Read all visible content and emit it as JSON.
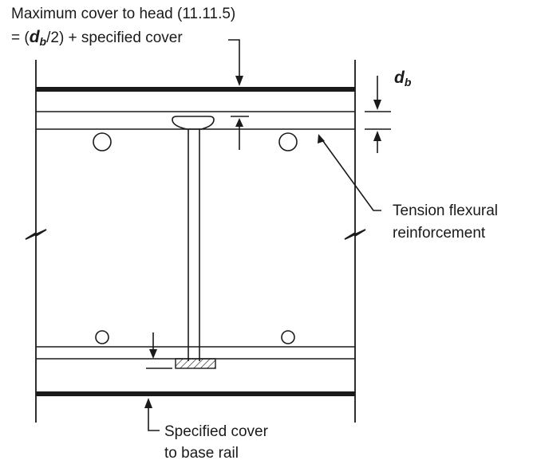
{
  "labels": {
    "top_line1": "Maximum cover to head (11.11.5)",
    "top_eq_start": "= (",
    "top_eq_sym": "d",
    "top_eq_sub": "b",
    "top_eq_end": "/2) + specified cover",
    "db_sym": "d",
    "db_sub": "b",
    "tension_line1": "Tension flexural",
    "tension_line2": "reinforcement",
    "bottom_line1": "Specified cover",
    "bottom_line2": "to base rail"
  },
  "colors": {
    "line": "#1a1a1a",
    "background": "#ffffff"
  }
}
